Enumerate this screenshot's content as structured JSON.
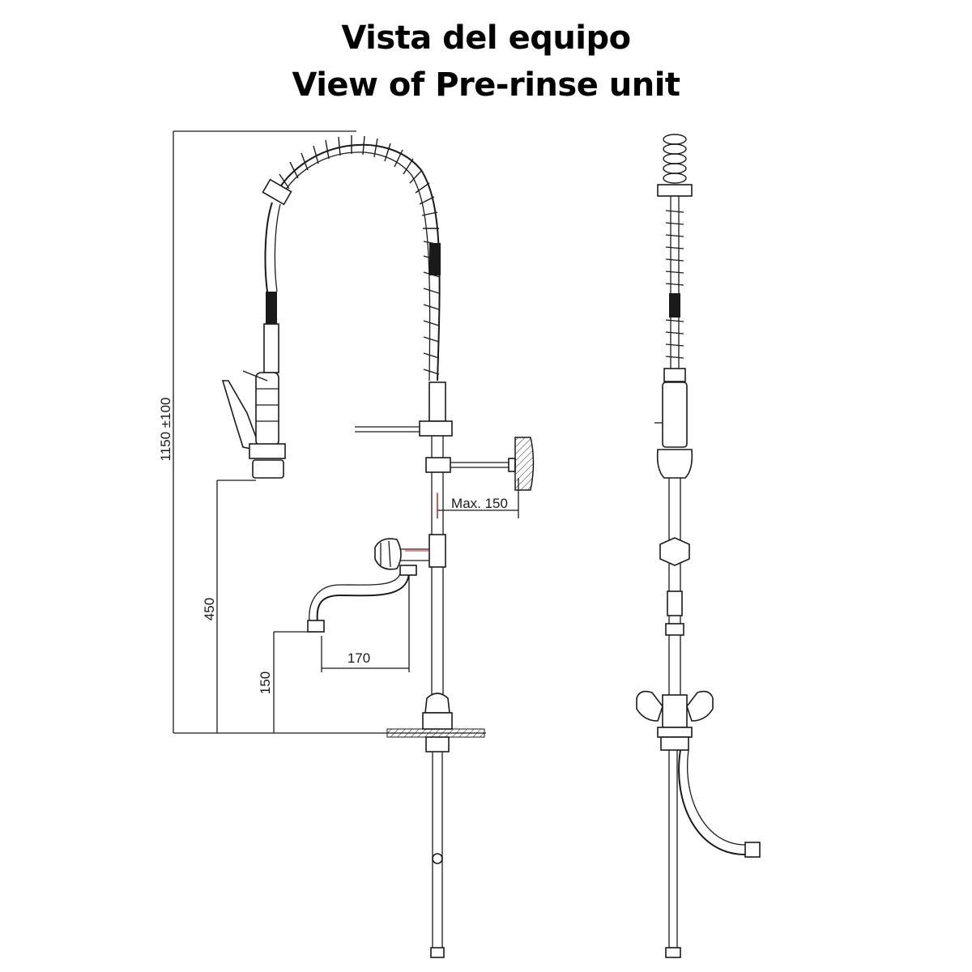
{
  "title": {
    "line1": "Vista del equipo",
    "line2": "View of Pre-rinse unit"
  },
  "dimensions": {
    "total_height": "1150 ±100",
    "spray_height": "450",
    "faucet_height": "150",
    "faucet_reach": "170",
    "wall_max": "Max. 150"
  },
  "colors": {
    "line": "#1a1a1a",
    "accent_red": "#d22020"
  },
  "icons": {
    "spring": "coil-spring-icon",
    "valve": "valve-handle-icon"
  }
}
